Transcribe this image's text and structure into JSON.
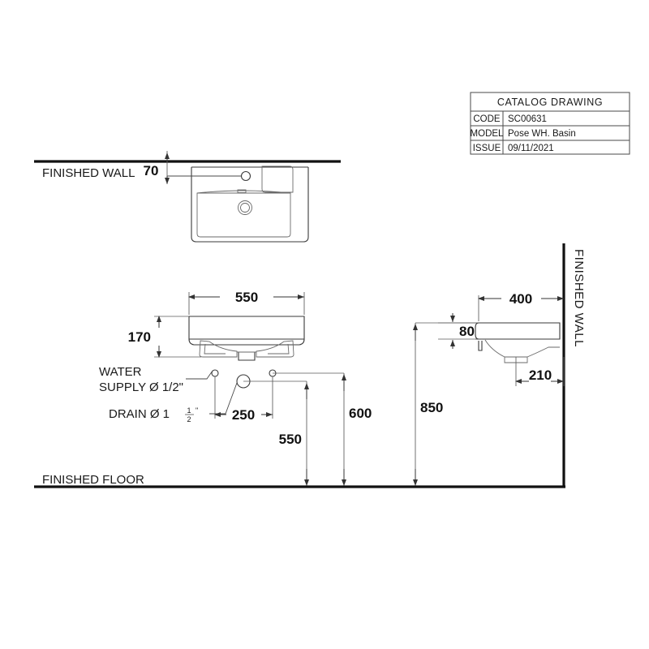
{
  "title_block": {
    "header": "CATALOG  DRAWING",
    "rows": [
      {
        "key": "CODE",
        "value": "SC00631"
      },
      {
        "key": "MODEL",
        "value": "Pose  WH.  Basin"
      },
      {
        "key": "ISSUE",
        "value": "09/11/2021"
      }
    ]
  },
  "labels": {
    "finished_wall_plan": "FINISHED WALL",
    "finished_wall_side": "FINISHED WALL",
    "finished_floor": "FINISHED FLOOR",
    "water_supply_line1": "WATER",
    "water_supply_line2": "SUPPLY Ø 1/2\"",
    "drain_prefix": "DRAIN Ø 1",
    "drain_frac_num": "1",
    "drain_frac_den": "2",
    "drain_suffix": "\""
  },
  "dimensions": {
    "plan_wall_offset": "70",
    "front_width": "550",
    "front_height": "170",
    "supply_spacing": "250",
    "drain_height": "550",
    "supply_height": "600",
    "counter_height": "850",
    "side_depth": "400",
    "side_thickness": "80",
    "side_drain_offset": "210"
  },
  "colors": {
    "object_line": "#3a3a3a",
    "heavy_line": "#111111",
    "dimension_line": "#5a5a5a",
    "text": "#1a1a1a",
    "background": "#ffffff"
  }
}
